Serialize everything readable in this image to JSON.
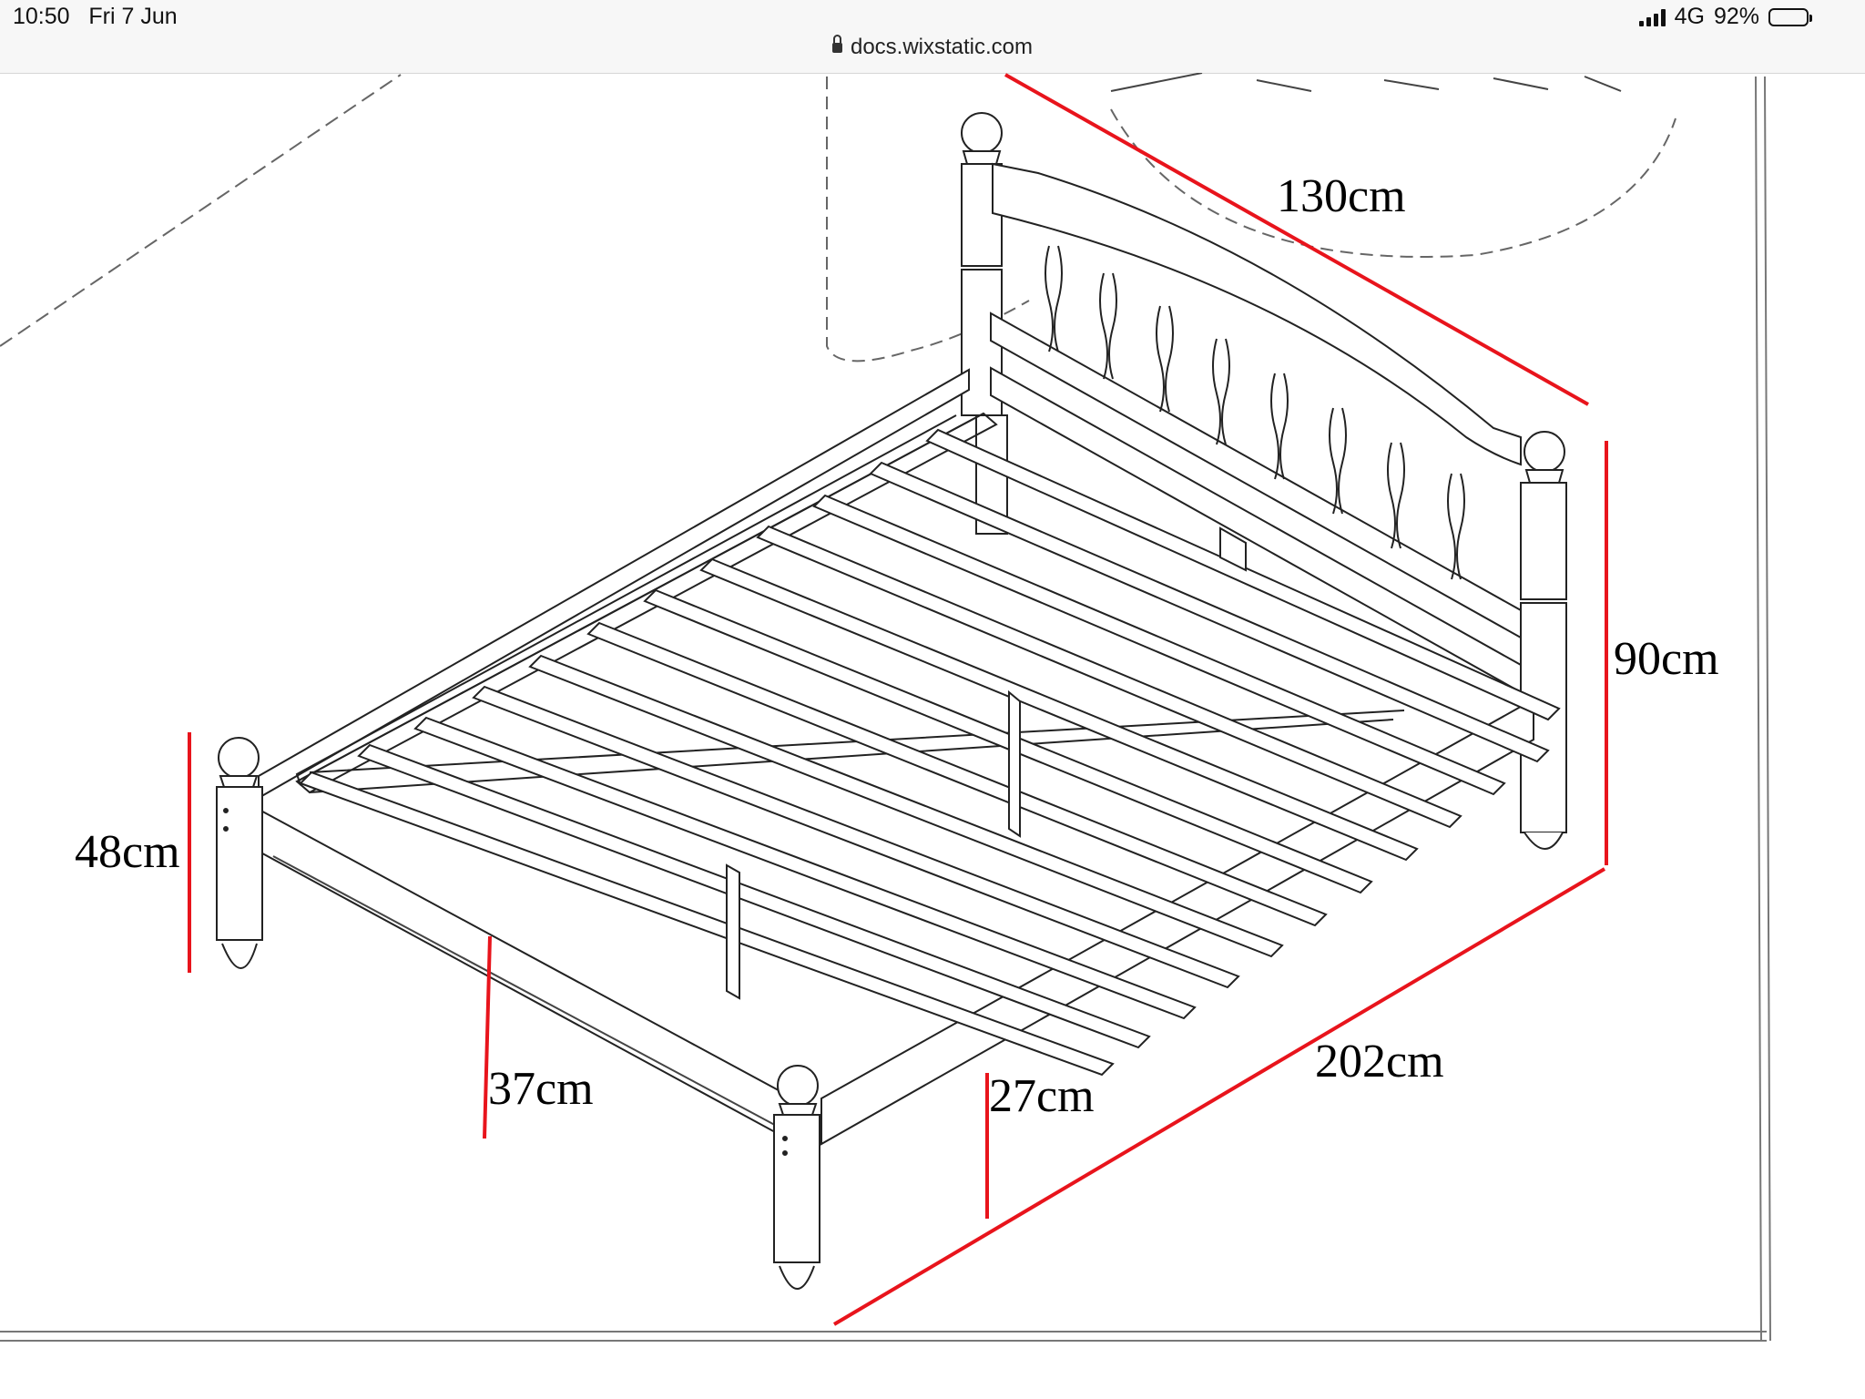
{
  "status_bar": {
    "time": "10:50",
    "date": "Fri 7 Jun",
    "network": "4G",
    "battery_percent": "92%",
    "battery_level": 0.92
  },
  "address_bar": {
    "url": "docs.wixstatic.com"
  },
  "drawing": {
    "accent_color": "#e8141c",
    "dimensions": {
      "headboard_width": "130cm",
      "headboard_height": "90cm",
      "footboard_height": "48cm",
      "underbed_clearance": "37cm",
      "rail_height": "27cm",
      "length": "202cm"
    }
  }
}
